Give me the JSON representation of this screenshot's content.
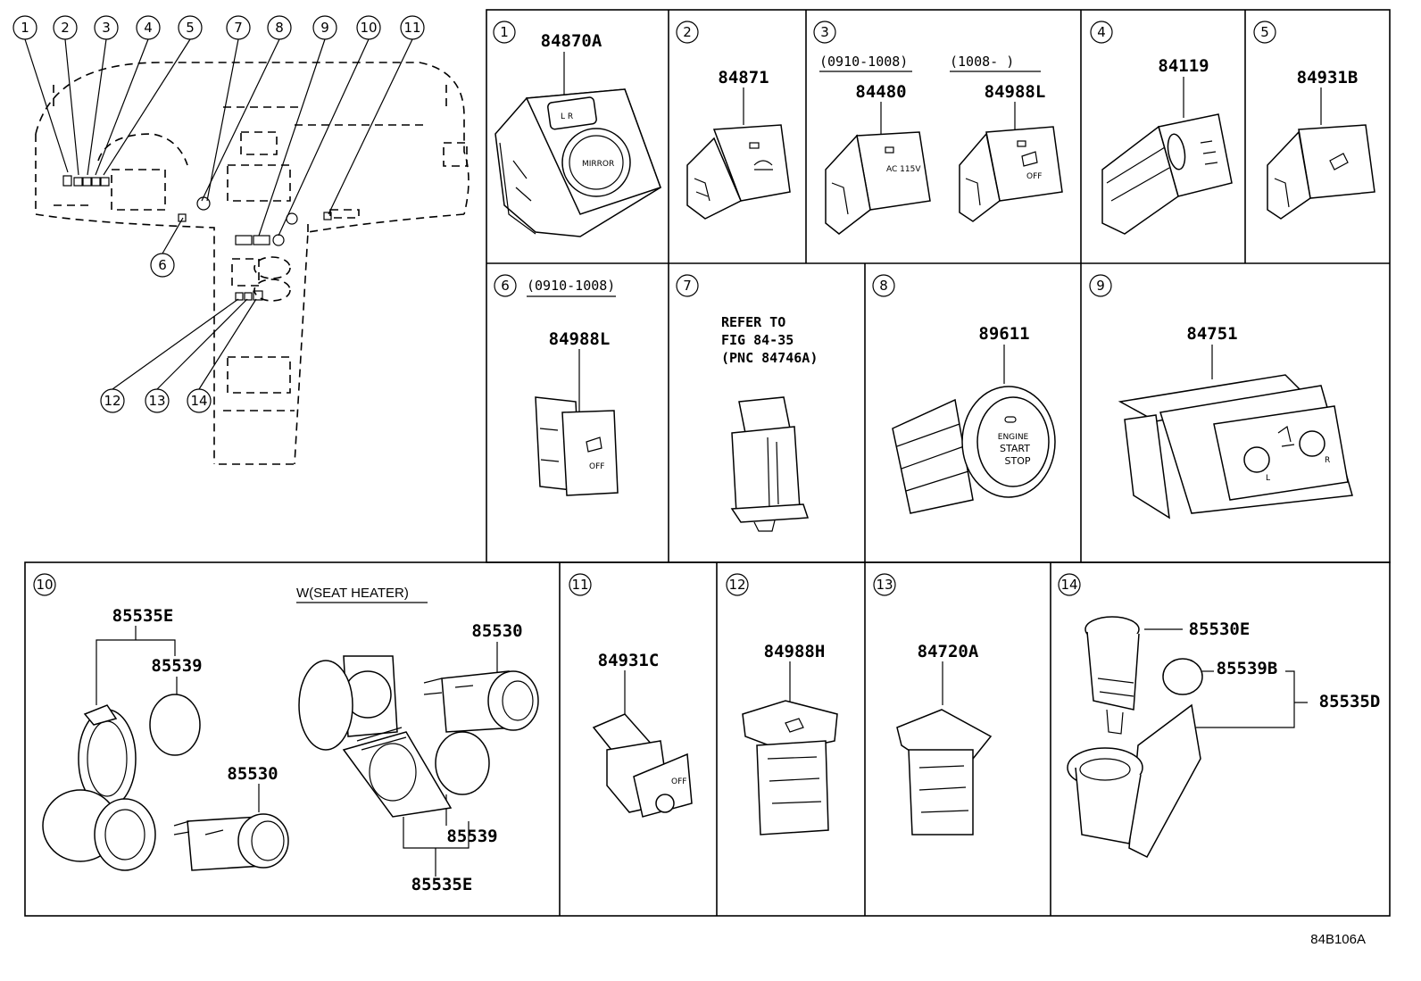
{
  "diagram_code": "84B106A",
  "overview": {
    "callouts": [
      "1",
      "2",
      "3",
      "4",
      "5",
      "7",
      "8",
      "9",
      "10",
      "11",
      "6",
      "12",
      "13",
      "14"
    ]
  },
  "panels": [
    {
      "num": "1",
      "labels": [
        "84870A"
      ],
      "switch_text": "MIRROR",
      "switch_text2": "L  R"
    },
    {
      "num": "2",
      "labels": [
        "84871"
      ]
    },
    {
      "num": "3",
      "labels": [
        "84480",
        "84988L"
      ],
      "notes": [
        "(0910-1008)",
        "(1008-      )"
      ],
      "switch_text": "AC 115V",
      "switch_text2": "OFF"
    },
    {
      "num": "4",
      "labels": [
        "84119"
      ]
    },
    {
      "num": "5",
      "labels": [
        "84931B"
      ]
    },
    {
      "num": "6",
      "labels": [
        "84988L"
      ],
      "notes": [
        "(0910-1008)"
      ],
      "switch_text": "OFF"
    },
    {
      "num": "7",
      "refer": [
        "REFER TO",
        "FIG 84-35",
        "(PNC 84746A)"
      ]
    },
    {
      "num": "8",
      "labels": [
        "89611"
      ],
      "switch_text": [
        "ENGINE",
        "START",
        "STOP"
      ]
    },
    {
      "num": "9",
      "labels": [
        "84751"
      ],
      "switch_text": [
        "L",
        "R"
      ]
    },
    {
      "num": "10",
      "labels": [
        "85535E",
        "85539",
        "85530",
        "85530",
        "85539",
        "85535E"
      ],
      "notes": [
        "W(SEAT HEATER)"
      ]
    },
    {
      "num": "11",
      "labels": [
        "84931C"
      ],
      "switch_text": "OFF"
    },
    {
      "num": "12",
      "labels": [
        "84988H"
      ]
    },
    {
      "num": "13",
      "labels": [
        "84720A"
      ]
    },
    {
      "num": "14",
      "labels": [
        "85530E",
        "85539B",
        "85535D"
      ]
    }
  ]
}
